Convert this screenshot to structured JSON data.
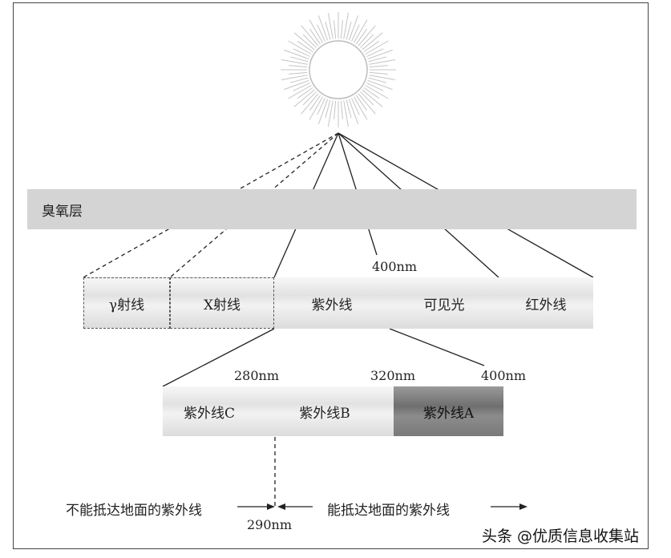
{
  "ozone_label": "臭氧层",
  "spectrum": [
    "γ射线",
    "X射线",
    "紫外线",
    "可见光",
    "红外线"
  ],
  "spectrum_mark": "400nm",
  "uv_bands": [
    "紫外线C",
    "紫外线B",
    "紫外线A"
  ],
  "uv_marks": [
    "280nm",
    "320nm",
    "400nm"
  ],
  "threshold_mark": "290nm",
  "left_note": "不能抵达地面的紫外线",
  "right_note": "能抵达地面的紫外线",
  "watermark": "头条 @优质信息收集站"
}
